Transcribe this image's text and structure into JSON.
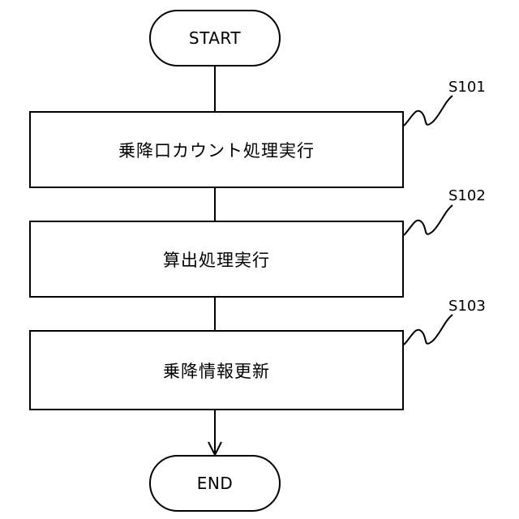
{
  "flowchart": {
    "start": {
      "label": "START"
    },
    "steps": [
      {
        "id": "S101",
        "label": "乗降口カウント処理実行"
      },
      {
        "id": "S102",
        "label": "算出処理実行"
      },
      {
        "id": "S103",
        "label": "乗降情報更新"
      }
    ],
    "end": {
      "label": "END"
    }
  }
}
